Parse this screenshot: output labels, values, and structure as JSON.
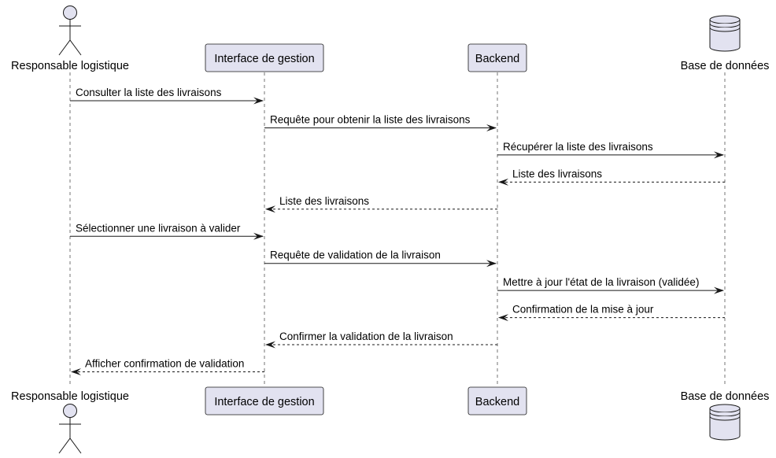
{
  "participants": [
    {
      "id": "responsable",
      "kind": "actor",
      "label": "Responsable logistique"
    },
    {
      "id": "interface",
      "kind": "participant",
      "label": "Interface de gestion"
    },
    {
      "id": "backend",
      "kind": "participant",
      "label": "Backend"
    },
    {
      "id": "database",
      "kind": "database",
      "label": "Base de données"
    }
  ],
  "messages": [
    {
      "from": "responsable",
      "to": "interface",
      "text": "Consulter la liste des livraisons",
      "style": "solid"
    },
    {
      "from": "interface",
      "to": "backend",
      "text": "Requête pour obtenir la liste des livraisons",
      "style": "solid"
    },
    {
      "from": "backend",
      "to": "database",
      "text": "Récupérer la liste des livraisons",
      "style": "solid"
    },
    {
      "from": "database",
      "to": "backend",
      "text": "Liste des livraisons",
      "style": "dashed"
    },
    {
      "from": "backend",
      "to": "interface",
      "text": "Liste des livraisons",
      "style": "dashed"
    },
    {
      "from": "responsable",
      "to": "interface",
      "text": "Sélectionner une livraison à valider",
      "style": "solid"
    },
    {
      "from": "interface",
      "to": "backend",
      "text": "Requête de validation de la livraison",
      "style": "solid"
    },
    {
      "from": "backend",
      "to": "database",
      "text": "Mettre à jour l'état de la livraison (validée)",
      "style": "solid"
    },
    {
      "from": "database",
      "to": "backend",
      "text": "Confirmation de la mise à jour",
      "style": "dashed"
    },
    {
      "from": "backend",
      "to": "interface",
      "text": "Confirmer la validation de la livraison",
      "style": "dashed"
    },
    {
      "from": "interface",
      "to": "responsable",
      "text": "Afficher confirmation de validation",
      "style": "dashed"
    }
  ]
}
